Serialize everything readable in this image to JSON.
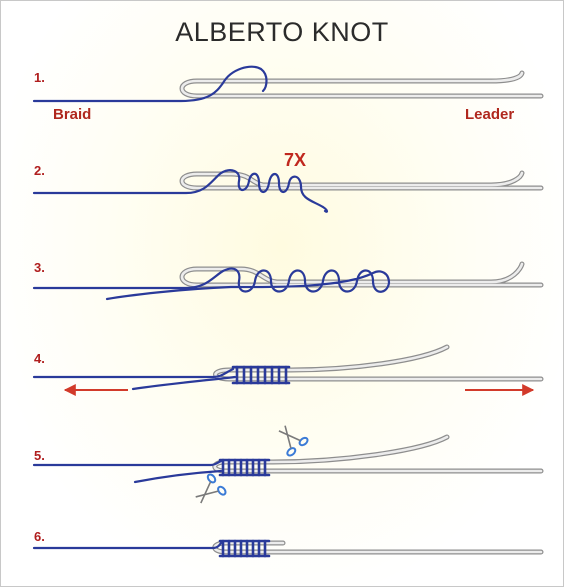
{
  "title": "ALBERTO KNOT",
  "labels": {
    "left": "Braid",
    "right": "Leader",
    "wraps": "7X"
  },
  "steps": [
    "1.",
    "2.",
    "3.",
    "4.",
    "5.",
    "6."
  ],
  "colors": {
    "braid": "#2a3a9a",
    "leader_outline": "#8e8e8e",
    "leader_fill": "#ececec",
    "label_red": "#b0281e",
    "arrow_red": "#d23a2a",
    "scissors": "#3b7bd6"
  }
}
